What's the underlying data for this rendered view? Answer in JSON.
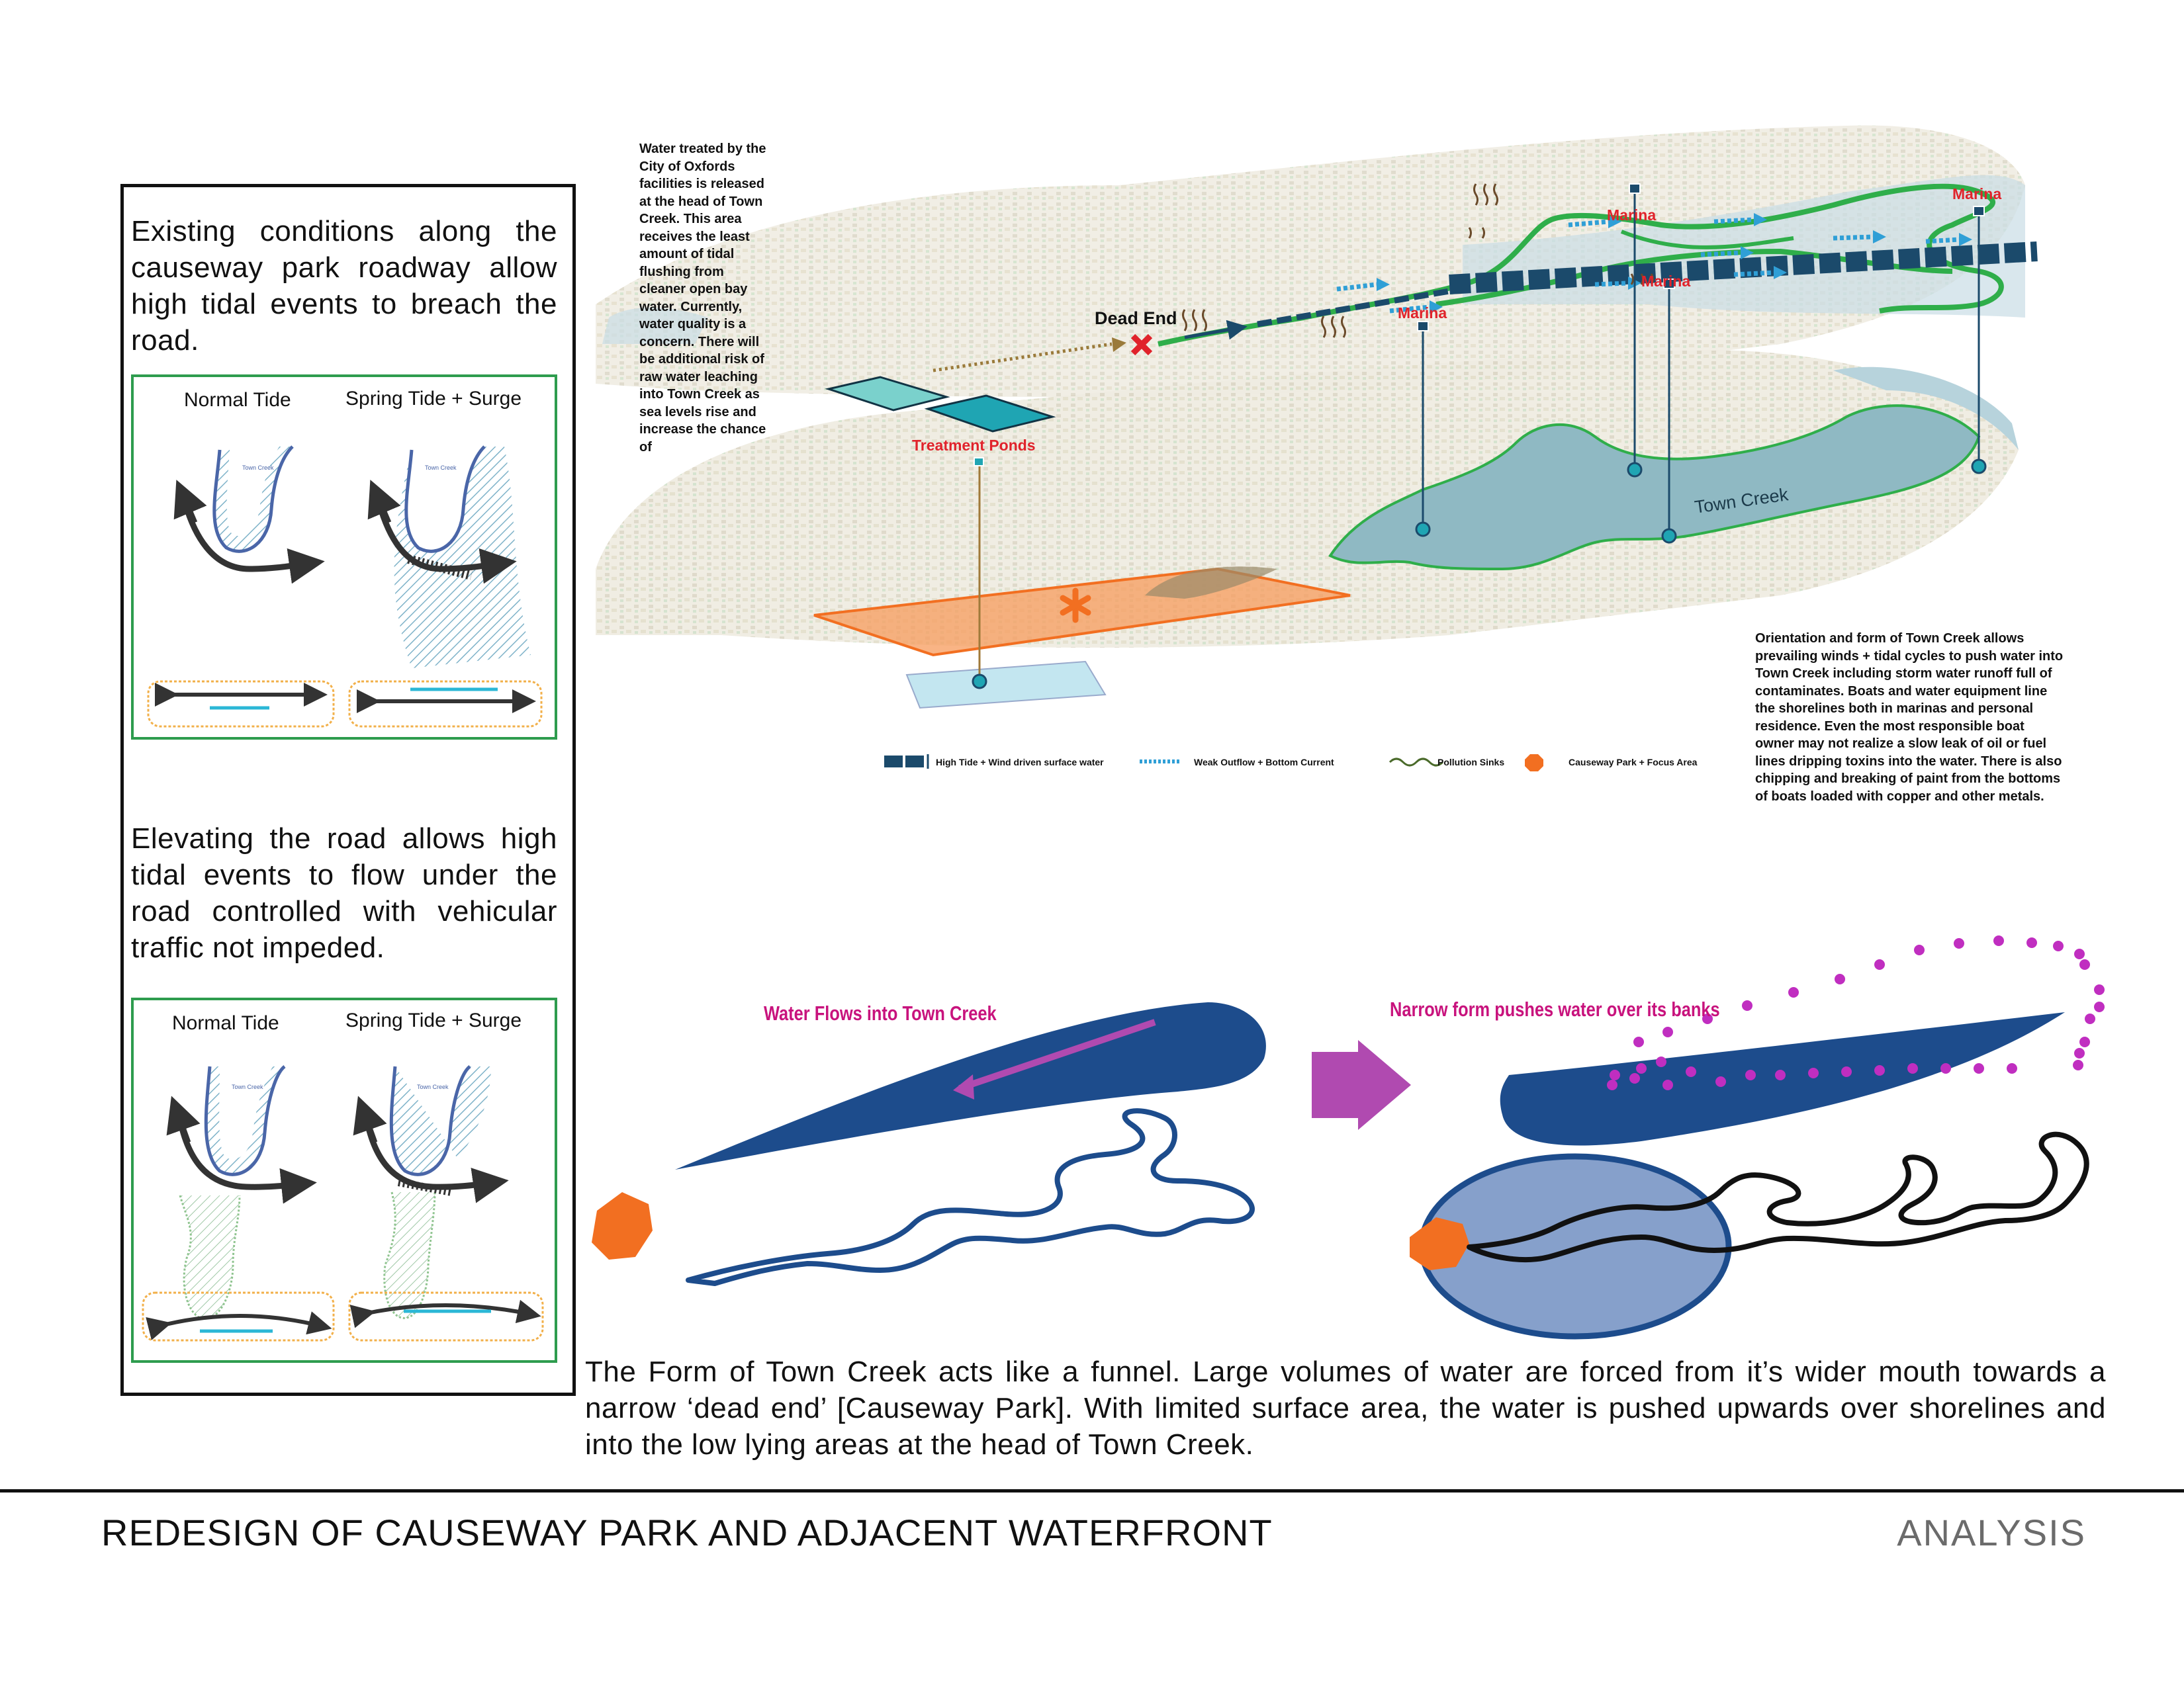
{
  "left_panel": {
    "para1": "Existing conditions along the causeway park roadway allow high tidal events to breach the road.",
    "para2": "Elevating the road allows high tidal events to flow under the road controlled with vehicular traffic not impeded.",
    "diagram_labels": {
      "normal_tide": "Normal Tide",
      "spring_tide": "Spring Tide + Surge",
      "town_creek_small": "Town Creek"
    }
  },
  "map": {
    "treated_note": "Water treated by the City of Oxfords facilities is released at the head of Town Creek. This area receives the least amount of tidal flushing from cleaner open bay water. Currently, water quality is a concern. There will be additional risk of raw water leaching into Town Creek as sea levels rise and increase the chance of",
    "orientation_note": "Orientation and form of Town Creek allows prevailing winds + tidal cycles to push water into Town Creek including storm water runoff full of contaminates. Boats and water equipment line the shorelines both in marinas and personal residence. Even the most responsible boat owner may not realize a slow leak of oil or fuel lines dripping toxins into the water. There is also chipping and breaking of paint from the bottoms of boats loaded with copper and other metals.",
    "labels": {
      "dead_end": "Dead End",
      "marina": "Marina",
      "treatment_ponds": "Treatment Ponds",
      "town_creek": "Town Creek"
    },
    "legend": [
      {
        "label": "High Tide + Wind driven surface water",
        "icon": "dark-blue-dashed-bar"
      },
      {
        "label": "Weak Outflow + Bottom Current",
        "icon": "light-blue-dotted-arrow"
      },
      {
        "label": "Pollution Sinks",
        "icon": "wavy-line"
      },
      {
        "label": "Causeway Park + Focus Area",
        "icon": "orange-octagon"
      }
    ],
    "colors": {
      "water": "#8fb9c3",
      "focus": "#f26f21",
      "dark_blue": "#1b4a6b",
      "light_blue": "#2f9fd6",
      "green": "#2fae4a",
      "marina_red": "#e0232b"
    }
  },
  "funnel": {
    "label1": "Water Flows into Town Creek",
    "label2": "Narrow form pushes water over its banks",
    "caption": "The Form of Town Creek acts like a funnel. Large volumes of water are forced from it’s wider mouth towards a narrow ‘dead end’ [Causeway Park]. With limited surface area, the water is pushed upwards over shorelines and into the low lying areas at the head of Town Creek."
  },
  "footer": {
    "title": "REDESIGN OF CAUSEWAY PARK AND ADJACENT WATERFRONT",
    "section": "ANALYSIS"
  }
}
